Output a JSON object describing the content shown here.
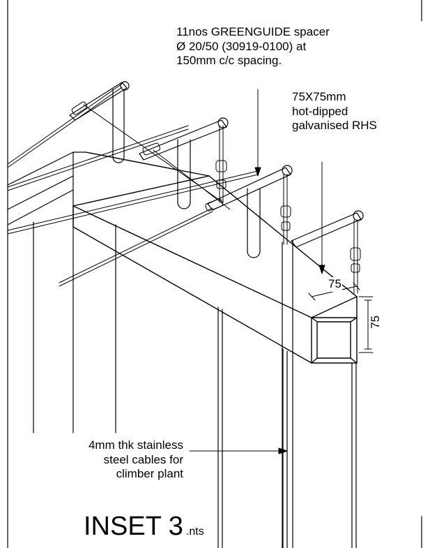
{
  "callouts": {
    "spacer": [
      "11nos GREENGUIDE spacer",
      "Ø 20/50 (30919-0100) at",
      "150mm c/c spacing."
    ],
    "rhs": [
      "75X75mm",
      "hot-dipped",
      "galvanised RHS"
    ],
    "cables": [
      "4mm thk stainless",
      "steel cables for",
      "climber plant"
    ]
  },
  "dimensions": {
    "width": "75",
    "height": "75"
  },
  "title": {
    "main": "INSET 3",
    "scale": ".nts"
  }
}
